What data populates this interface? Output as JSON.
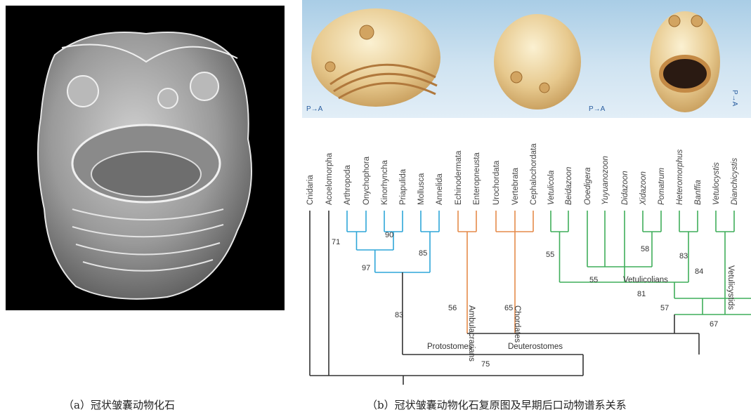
{
  "panel_a": {
    "caption": "（a）冠状皱囊动物化石"
  },
  "panel_b": {
    "caption": "（b）冠状皱囊动物化石复原图及早期后口动物谱系关系",
    "orientation_label_1": "P→A",
    "orientation_label_2": "P→A",
    "orientation_label_3": "P→A",
    "taxa": [
      {
        "name": "Cnidaria",
        "italic": false,
        "color": "#444444"
      },
      {
        "name": "Acoelomorpha",
        "italic": false,
        "color": "#444444"
      },
      {
        "name": "Arthropoda",
        "italic": false,
        "color": "#444444"
      },
      {
        "name": "Onychophora",
        "italic": false,
        "color": "#444444"
      },
      {
        "name": "Kinorhyncha",
        "italic": false,
        "color": "#444444"
      },
      {
        "name": "Priapulida",
        "italic": false,
        "color": "#444444"
      },
      {
        "name": "Mollusca",
        "italic": false,
        "color": "#444444"
      },
      {
        "name": "Annelida",
        "italic": false,
        "color": "#444444"
      },
      {
        "name": "Echinodermata",
        "italic": false,
        "color": "#444444"
      },
      {
        "name": "Enteropneusta",
        "italic": false,
        "color": "#444444"
      },
      {
        "name": "Urochordata",
        "italic": false,
        "color": "#444444"
      },
      {
        "name": "Vertebrata",
        "italic": false,
        "color": "#444444"
      },
      {
        "name": "Cephalochordata",
        "italic": false,
        "color": "#444444"
      },
      {
        "name": "Vetulicola",
        "italic": true,
        "color": "#444444"
      },
      {
        "name": "Beidazoon",
        "italic": true,
        "color": "#444444"
      },
      {
        "name": "Ooedigera",
        "italic": true,
        "color": "#444444"
      },
      {
        "name": "Yuyuanozoon",
        "italic": true,
        "color": "#444444"
      },
      {
        "name": "Didazoon",
        "italic": true,
        "color": "#444444"
      },
      {
        "name": "Xidazoon",
        "italic": true,
        "color": "#444444"
      },
      {
        "name": "Pomatrum",
        "italic": true,
        "color": "#444444"
      },
      {
        "name": "Heteromorphus",
        "italic": true,
        "color": "#444444"
      },
      {
        "name": "Banffia",
        "italic": true,
        "color": "#444444"
      },
      {
        "name": "Vetulocystis",
        "italic": true,
        "color": "#444444"
      },
      {
        "name": "Dianchicystis",
        "italic": true,
        "color": "#444444"
      }
    ],
    "support_values": [
      "71",
      "90",
      "85",
      "97",
      "83",
      "56",
      "65",
      "55",
      "58",
      "83",
      "55",
      "81",
      "84",
      "57",
      "67",
      "75"
    ],
    "clade_labels": {
      "ambulacrarians": "Ambulacrarians",
      "chordates": "Chordates",
      "vetulicolians": "Vetulicolians",
      "vetulicystids": "Vetulicystids",
      "protostomes": "Protostomes",
      "deuterostomes": "Deuterostomes"
    },
    "colors": {
      "protostome_blue": "#2fa6d8",
      "deuterostome_orange": "#e58a4a",
      "vetulicolian_green": "#3fae5a",
      "backbone_black": "#333333"
    }
  }
}
